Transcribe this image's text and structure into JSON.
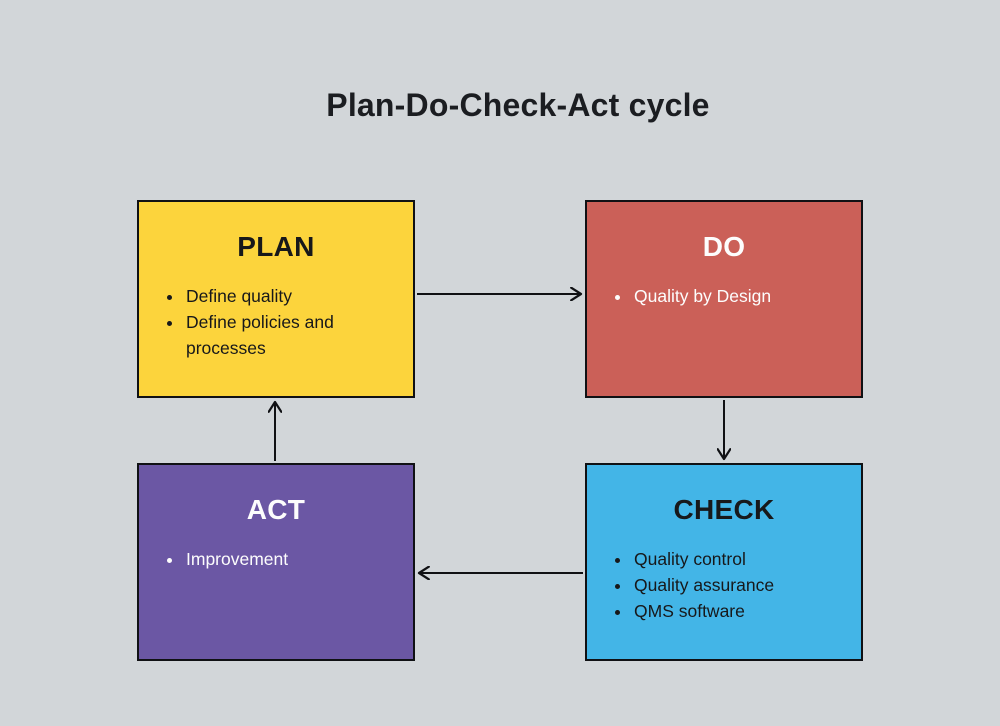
{
  "title": "Plan-Do-Check-Act cycle",
  "nodes": [
    {
      "id": "plan",
      "label": "PLAN",
      "bullets": [
        "Define quality",
        "Define policies and processes"
      ],
      "bg": "#fcd43c",
      "text_color": "#17181a"
    },
    {
      "id": "do",
      "label": "DO",
      "bullets": [
        "Quality by Design"
      ],
      "bg": "#cb6058",
      "text_color": "#fdfdfd"
    },
    {
      "id": "check",
      "label": "CHECK",
      "bullets": [
        "Quality control",
        "Quality assurance",
        "QMS software"
      ],
      "bg": "#43b5e7",
      "text_color": "#17181a"
    },
    {
      "id": "act",
      "label": "ACT",
      "bullets": [
        "Improvement"
      ],
      "bg": "#6b57a4",
      "text_color": "#fdfdfd"
    }
  ],
  "arrows": [
    {
      "from": "PLAN",
      "to": "DO",
      "direction": "right"
    },
    {
      "from": "DO",
      "to": "CHECK",
      "direction": "down"
    },
    {
      "from": "CHECK",
      "to": "ACT",
      "direction": "left"
    },
    {
      "from": "ACT",
      "to": "PLAN",
      "direction": "up"
    }
  ],
  "colors": {
    "background": "#d2d6d9",
    "border": "#101114",
    "arrow": "#101114",
    "title_color": "#1b1d21"
  }
}
